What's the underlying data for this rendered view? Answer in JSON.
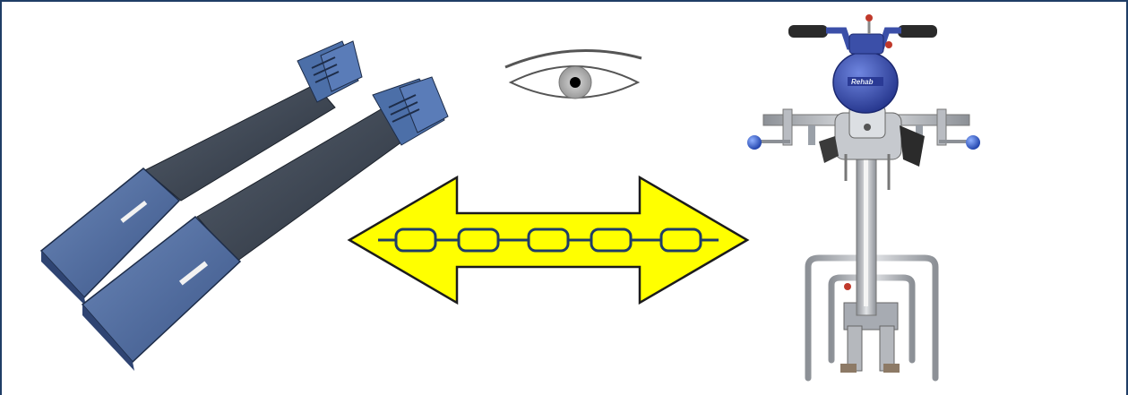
{
  "figure": {
    "left_item": "foot-plates",
    "center_symbols": [
      "eye-icon",
      "double-arrow-icon",
      "chain-icon"
    ],
    "right_item": "standing-frame-device",
    "device_brand_label": "Rehab",
    "colors": {
      "border": "#1f3d66",
      "arrow_fill": "#ffff00",
      "arrow_stroke": "#1c1c1c",
      "chain": "#1f3d66",
      "plate_blue": "#4a6a9e",
      "plate_dark": "#2b3442",
      "device_steel": "#b9bcc2",
      "device_blue": "#3b4fa8",
      "knob_blue": "#2d55c8"
    }
  }
}
